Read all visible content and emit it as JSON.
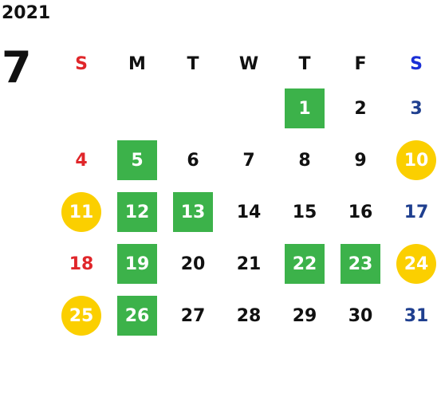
{
  "calendar": {
    "year": "2021",
    "month": "7",
    "weekdays": [
      {
        "label": "S",
        "color": "#e0262a"
      },
      {
        "label": "M",
        "color": "#111111"
      },
      {
        "label": "T",
        "color": "#111111"
      },
      {
        "label": "W",
        "color": "#111111"
      },
      {
        "label": "T",
        "color": "#111111"
      },
      {
        "label": "F",
        "color": "#111111"
      },
      {
        "label": "S",
        "color": "#1a2fd6"
      }
    ],
    "colors": {
      "sunday_text": "#e0262a",
      "saturday_text": "#1f3f8f",
      "weekday_text": "#111111",
      "green_highlight": "#3cb24a",
      "yellow_highlight": "#fbcf00"
    },
    "weeks": [
      [
        {
          "day": ""
        },
        {
          "day": ""
        },
        {
          "day": ""
        },
        {
          "day": ""
        },
        {
          "day": "1",
          "mark": "green"
        },
        {
          "day": "2"
        },
        {
          "day": "3"
        }
      ],
      [
        {
          "day": "4"
        },
        {
          "day": "5",
          "mark": "green"
        },
        {
          "day": "6"
        },
        {
          "day": "7"
        },
        {
          "day": "8"
        },
        {
          "day": "9"
        },
        {
          "day": "10",
          "mark": "yellow"
        }
      ],
      [
        {
          "day": "11",
          "mark": "yellow"
        },
        {
          "day": "12",
          "mark": "green"
        },
        {
          "day": "13",
          "mark": "green"
        },
        {
          "day": "14"
        },
        {
          "day": "15"
        },
        {
          "day": "16"
        },
        {
          "day": "17"
        }
      ],
      [
        {
          "day": "18"
        },
        {
          "day": "19",
          "mark": "green"
        },
        {
          "day": "20"
        },
        {
          "day": "21"
        },
        {
          "day": "22",
          "mark": "green"
        },
        {
          "day": "23",
          "mark": "green"
        },
        {
          "day": "24",
          "mark": "yellow"
        }
      ],
      [
        {
          "day": "25",
          "mark": "yellow"
        },
        {
          "day": "26",
          "mark": "green"
        },
        {
          "day": "27"
        },
        {
          "day": "28"
        },
        {
          "day": "29"
        },
        {
          "day": "30"
        },
        {
          "day": "31"
        }
      ]
    ]
  }
}
